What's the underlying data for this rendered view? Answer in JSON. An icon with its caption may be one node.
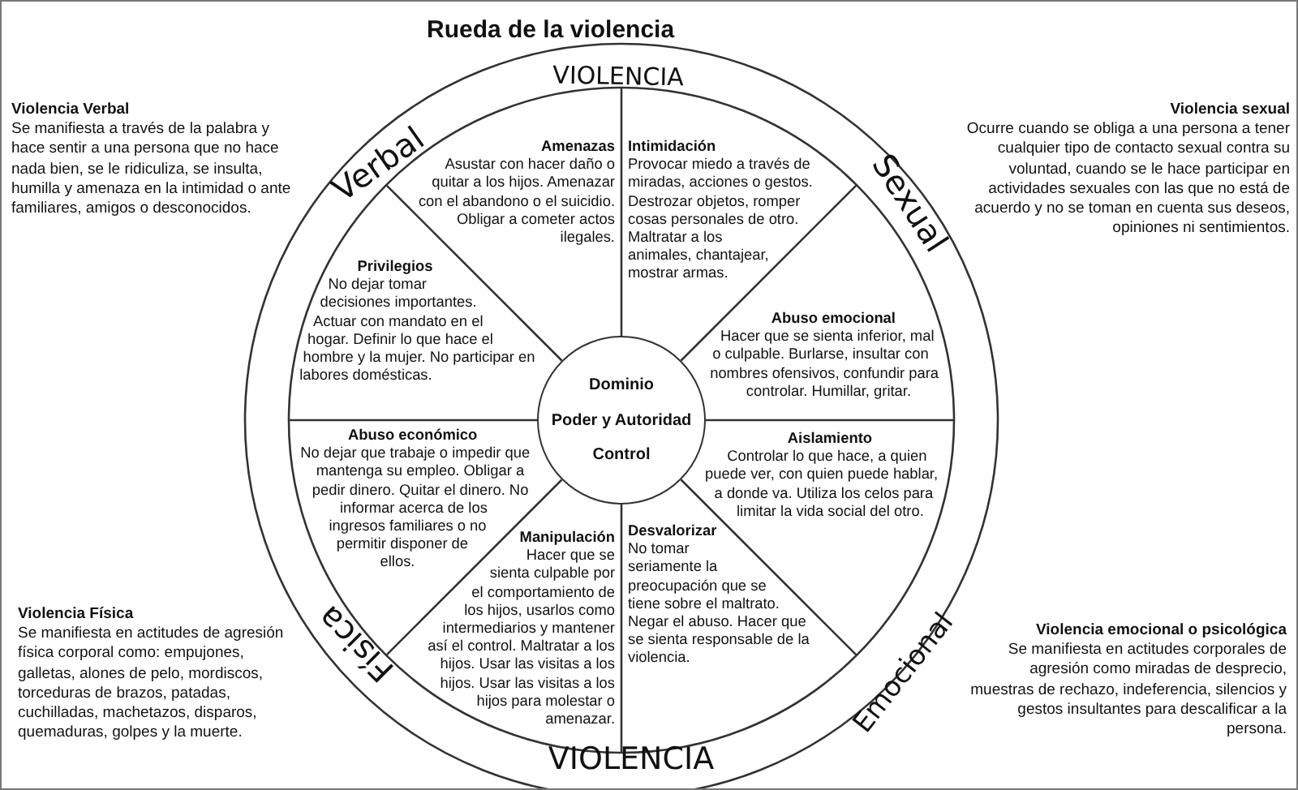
{
  "diagram": {
    "title": "Rueda de la violencia",
    "nodes": [
      {
        "text": [
          "Amenazas",
          "Asustar con hacer daño o quitar a los hijos. Amenazar con el abandono o el suicidio. Obligar a cometer actos ilegales."
        ]
      },
      {
        "text": [
          "Intimidación",
          "Provocar miedo a través de miradas, acciones o gestos. Destrozar objetos, romper cosas personales de otro. Maltratar a los animales, chantajear, mostrar armas."
        ]
      },
      {
        "text": [
          "Privilegios",
          "No dejar tomar decisiones importantes. Actuar con mandato en el hogar. Definir lo que hace el hombre y la mujer. No participar en labores domésticas."
        ]
      },
      {
        "text": [
          "Abuso emocional",
          "Hacer que se sienta inferior, mal o culpable. Burlarse, insultar con nombres ofensivos, confundir para controlar. Humillar, gritar."
        ]
      },
      {
        "text": [
          "Dominio",
          "Poder y Autoridad",
          "Control"
        ]
      },
      {
        "text": [
          "Abuso económico",
          "No dejar que trabaje o impedir que mantenga su empleo. Obligar a pedir dinero. Quitar el dinero. No informar acerca de los ingresos familiares o no permitir disponer de ellos."
        ]
      },
      {
        "text": [
          "Aislamiento",
          "Controlar lo que hace, a quien puede ver, con quien puede hablar, a donde va. Utiliza los celos para limitar la vida social del otro."
        ]
      },
      {
        "text": [
          "Manipulación",
          "Hacer que se sienta culpable por el comportamiento de los hijos, usarlos como intermediarios y mantener así el control. Maltratar a los hijos. Usar las visitas a los hijos. Usar las visitas a los hijos para molestar o amenazar."
        ]
      },
      {
        "text": [
          "Desvalorizar",
          "No tomar seriamente la preocupación que se tiene sobre el maltrato. Negar el abuso. Hacer que se sienta responsable de la violencia."
        ]
      }
    ],
    "labels": [
      "VIOLENCIA",
      "Violencia Verbal",
      "Se manifiesta a través de la palabra y hace sentir a una persona que no hace nada bien, se le ridiculiza, se insulta, humilla y amenaza en la intimidad o ante familiares, amigos o desconocidos.",
      "Violencia sexual",
      "Ocurre cuando se obliga a una persona a tener cualquier tipo de contacto sexual contra su voluntad, cuando se le hace participar en actividades sexuales con las que no está de acuerdo y no se toman en cuenta sus deseos, opiniones ni sentimientos.",
      "Verbal",
      "Sexual",
      "Emocional",
      "Física",
      "Violencia Física",
      "Se manifiesta en actitudes de agresión física corporal como: empujones, galletas, alones de pelo, mordiscos, torceduras de brazos, patadas, cuchilladas, machetazos, disparos, quemaduras, golpes y la muerte.",
      "Violencia emocional o psicológica",
      "Se manifiesta en actitudes corporales de agresión como miradas de desprecio, muestras de rechazo, indeferencia, silencios y gestos insultantes para descalificar a la persona.",
      "VIOLENCIA"
    ]
  }
}
